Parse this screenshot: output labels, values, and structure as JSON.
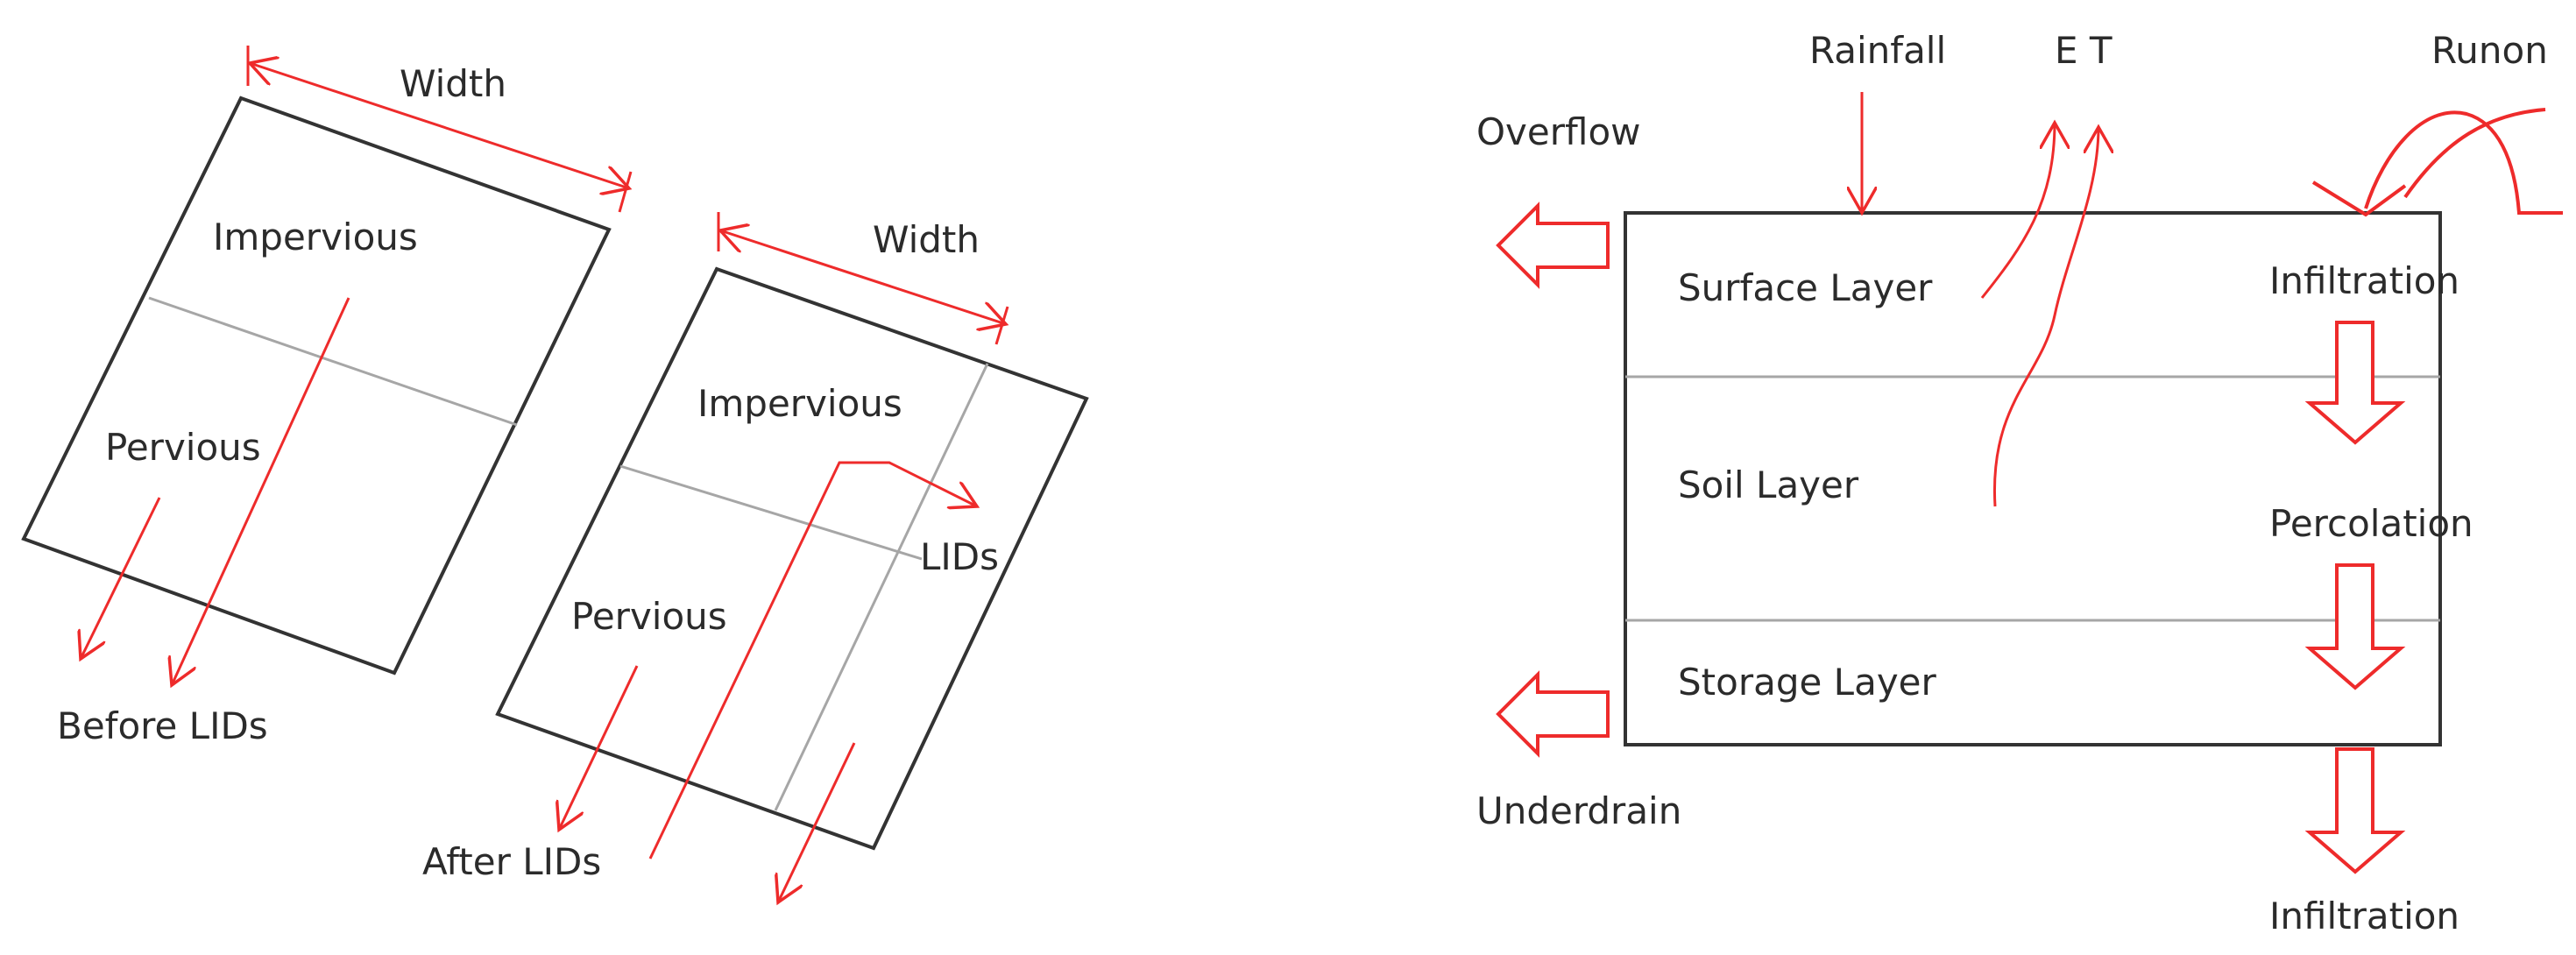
{
  "left": {
    "before": {
      "width_label": "Width",
      "impervious_label": "Impervious",
      "pervious_label": "Pervious",
      "caption": "Before LIDs"
    },
    "after": {
      "width_label": "Width",
      "impervious_label": "Impervious",
      "pervious_label": "Pervious",
      "lid_label": "LIDs",
      "caption": "After LIDs"
    }
  },
  "right": {
    "inputs": {
      "rainfall": "Rainfall",
      "et": "E T",
      "runon": "Runon",
      "overflow": "Overflow"
    },
    "layers": {
      "surface": "Surface Layer",
      "soil": "Soil Layer",
      "storage": "Storage Layer"
    },
    "flows": {
      "infiltration_top": "Infiltration",
      "percolation": "Percolation",
      "underdrain": "Underdrain",
      "infiltration_bottom": "Infiltration"
    }
  },
  "colors": {
    "arrow": "#ee2b2b",
    "outline": "#333333",
    "divider": "#a6a6a6",
    "text": "#2b2b2b"
  }
}
